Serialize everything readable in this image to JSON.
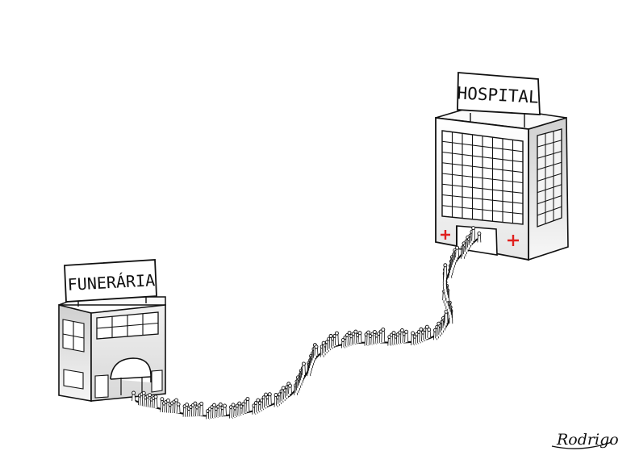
{
  "hospital": {
    "sign": "HOSPITAL",
    "cross_color": "#e0201e"
  },
  "funeral_home": {
    "sign": "FUNERÁRIA"
  },
  "signature": "Rodrigo",
  "colors": {
    "ink": "#111111",
    "shade_light": "#eeeeee",
    "shade_dark": "#b9b9b9"
  }
}
